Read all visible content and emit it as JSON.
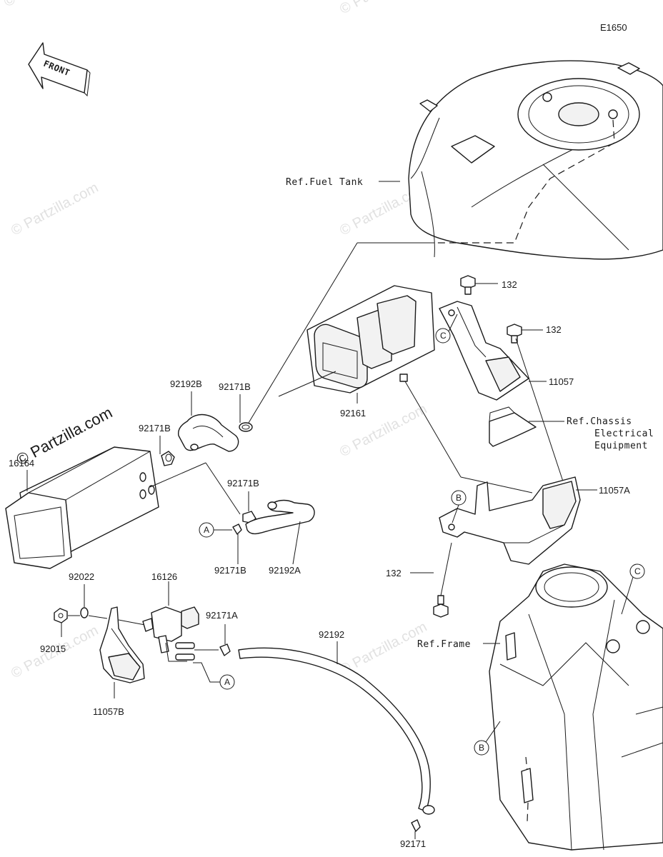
{
  "diagram_code": "E1650",
  "front_label": "FRONT",
  "watermark_text": "© Partzilla.com",
  "references": {
    "fuel_tank": "Ref.Fuel Tank",
    "chassis_line1": "Ref.Chassis",
    "chassis_line2": "Electrical",
    "chassis_line3": "Equipment",
    "frame": "Ref.Frame"
  },
  "parts": {
    "p132_top": "132",
    "p132_mid": "132",
    "p132_bot": "132",
    "p11057": "11057",
    "p11057A": "11057A",
    "p11057B": "11057B",
    "p92161": "92161",
    "p92192B": "92192B",
    "p92171B_1": "92171B",
    "p92171B_2": "92171B",
    "p92171B_3": "92171B",
    "p92171B_4": "92171B",
    "p16164": "16164",
    "p92192A": "92192A",
    "p92022": "92022",
    "p92015": "92015",
    "p16126": "16126",
    "p92171A": "92171A",
    "p92192": "92192",
    "p92171": "92171"
  },
  "callouts": {
    "a1": "A",
    "a2": "A",
    "b1": "B",
    "b2": "B",
    "c1": "C",
    "c2": "C"
  },
  "colors": {
    "ink": "#1a1a1a",
    "watermark": "#c9c9c9",
    "background": "#ffffff"
  }
}
